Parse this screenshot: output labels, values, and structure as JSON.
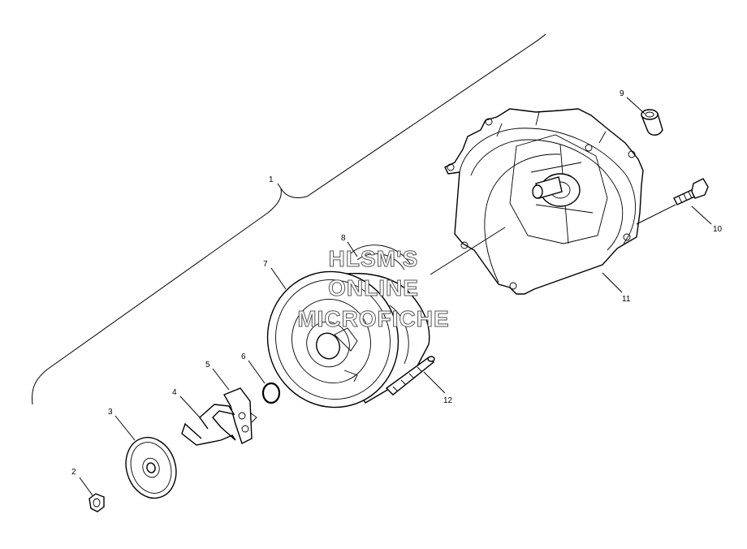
{
  "watermark": {
    "line1": "HLSM'S",
    "line2": "ONLINE",
    "line3": "MICROFICHE"
  },
  "callouts": {
    "c1": "1",
    "c2": "2",
    "c3": "3",
    "c4": "4",
    "c5": "5",
    "c6": "6",
    "c7": "7",
    "c8": "8",
    "c9": "9",
    "c10": "10",
    "c11": "11",
    "c12": "12"
  },
  "colors": {
    "line": "#000000",
    "background": "#ffffff",
    "watermark_outline": "#555555"
  }
}
